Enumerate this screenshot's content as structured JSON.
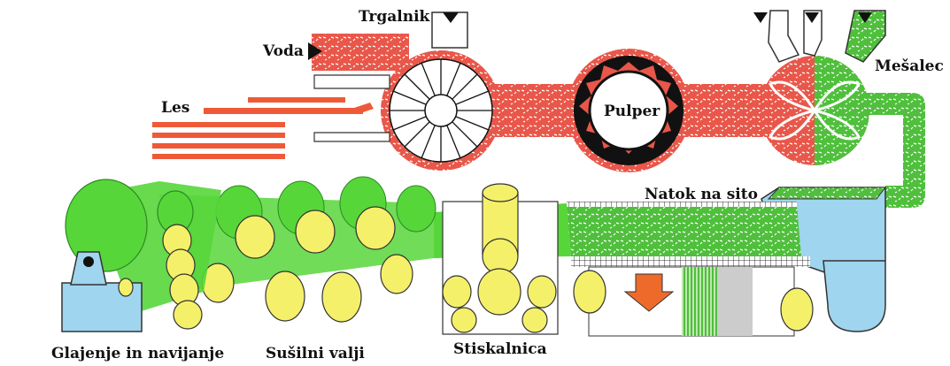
{
  "labels": {
    "trgalnik": "Trgalnik",
    "voda": "Voda",
    "les": "Les",
    "pulper": "Pulper",
    "mesalec": "Mešalec",
    "natok": "Natok na sito",
    "glajenje": "Glajenje in navijanje",
    "susilni": "Sušilni valji",
    "stiskalnica": "Stiskalnica"
  },
  "colors": {
    "pulp_red": "#e8574a",
    "pulp_green": "#4fbf3c",
    "sheet_green": "#57d63a",
    "roller_yellow": "#f5f06a",
    "roller_shadow": "#d8d77a",
    "wood_orange": "#ee5a38",
    "vat_blue": "#9fd5ee",
    "drain_orange": "#ee6a2a"
  }
}
